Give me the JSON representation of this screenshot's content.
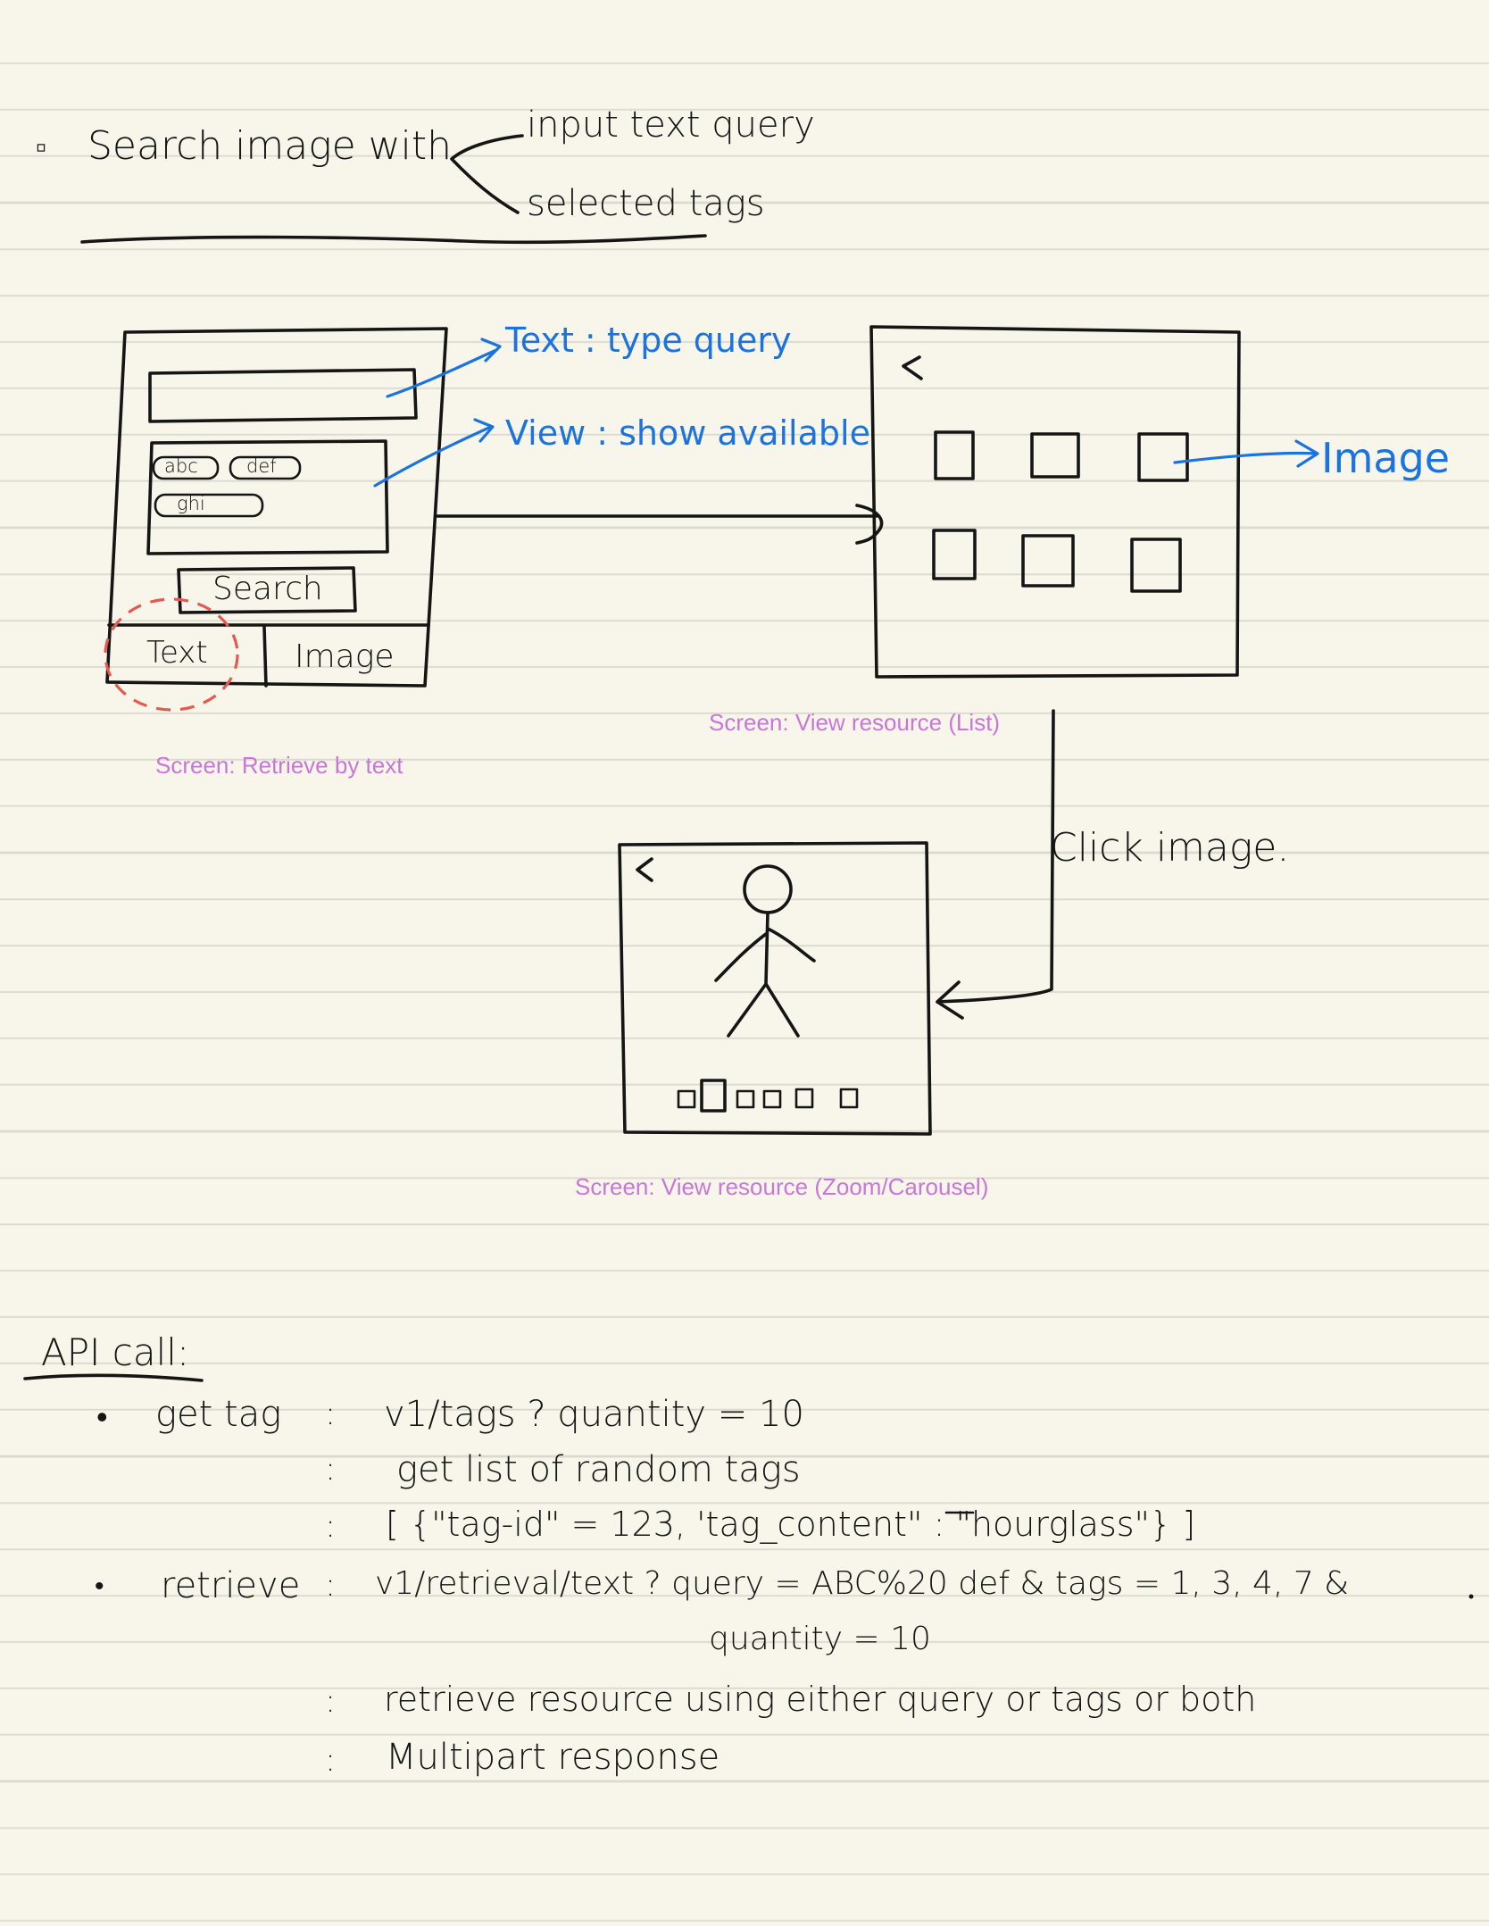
{
  "heading": {
    "checkbox_glyph": "▫",
    "text": "Search image with",
    "branch_top": "input text query",
    "branch_bottom": "selected tags"
  },
  "retrieve_screen": {
    "tags": [
      "abc",
      "def",
      "ghi"
    ],
    "search_button": "Search",
    "tabs": [
      "Text",
      "Image"
    ],
    "caption": "Screen: Retrieve by text"
  },
  "annotations": {
    "text_note": "Text : type query",
    "view_note": "View : show available",
    "image_note": "Image",
    "click_note": "Click image."
  },
  "list_screen": {
    "back_glyph": "<",
    "caption": "Screen: View resource (List)"
  },
  "zoom_screen": {
    "back_glyph": "<",
    "caption": "Screen: View resource (Zoom/Carousel)"
  },
  "api": {
    "heading": "API call:",
    "rows": [
      {
        "bullet": "•",
        "name": "get tag",
        "sep": ":",
        "text": "v1/tags ? quantity = 10"
      },
      {
        "bullet": "",
        "name": "",
        "sep": ":",
        "text": "get list of random tags"
      },
      {
        "bullet": "",
        "name": "",
        "sep": ":",
        "text": "[ {\"tag-id\" = 123, 'tag_content\" : \"hourglass\"} ]"
      },
      {
        "bullet": "•",
        "name": "retrieve",
        "sep": ":",
        "text": "v1/retrieval/text ? query = ABC%20 def & tags = 1, 3, 4, 7 &"
      },
      {
        "bullet": "",
        "name": "",
        "sep": "",
        "text": "quantity = 10"
      },
      {
        "bullet": "",
        "name": "",
        "sep": ":",
        "text": "retrieve resource using either query or tags or both"
      },
      {
        "bullet": "",
        "name": "",
        "sep": ":",
        "text": "Multipart response"
      }
    ]
  },
  "colors": {
    "paper": "#f8f6ea",
    "rule": "#dcdad0",
    "ink": "#151515",
    "annotation_blue": "#1b73e0",
    "caption_purple": "#c877d6",
    "highlight_red": "#e25a50"
  }
}
